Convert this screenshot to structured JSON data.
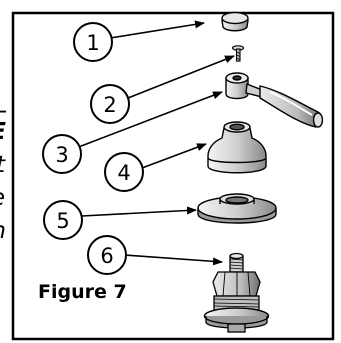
{
  "figure_label": "Figure 7",
  "callouts": [
    "1",
    "2",
    "3",
    "4",
    "5",
    "6"
  ],
  "side_text_fragments": [
    "-",
    "E",
    "t",
    "e",
    "n"
  ]
}
